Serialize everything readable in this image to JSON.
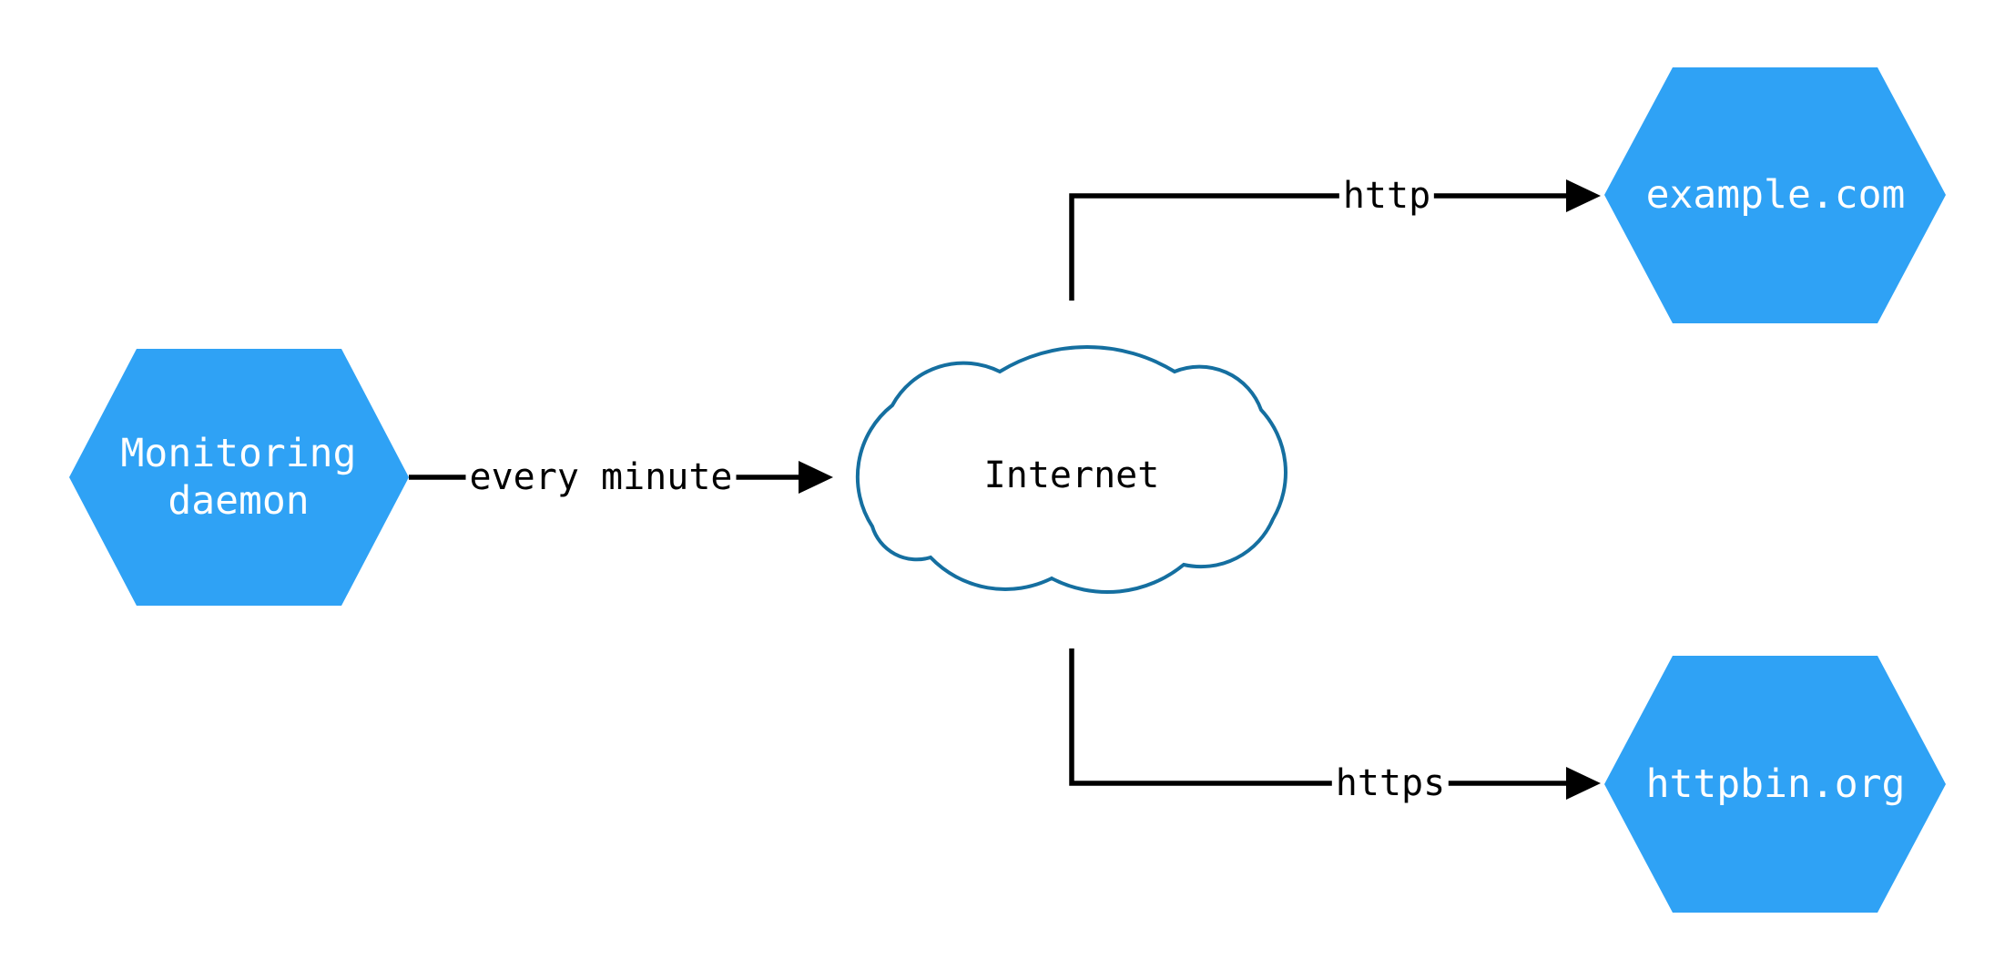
{
  "diagram": {
    "background": "#ffffff",
    "colors": {
      "node_fill": "#2fa2f5",
      "node_text": "#ffffff",
      "cloud_stroke": "#156fa0",
      "cloud_fill": "#ffffff",
      "edge_line": "#000000",
      "edge_label_text": "#000000"
    },
    "nodes": {
      "monitoring": {
        "label": "Monitoring daemon",
        "shape": "hexagon"
      },
      "internet": {
        "label": "Internet",
        "shape": "cloud"
      },
      "example": {
        "label": "example.com",
        "shape": "hexagon"
      },
      "httpbin": {
        "label": "httpbin.org",
        "shape": "hexagon"
      }
    },
    "edges": {
      "every_minute": {
        "label": "every minute",
        "from": "Monitoring daemon",
        "to": "Internet"
      },
      "http": {
        "label": "http",
        "from": "Internet",
        "to": "example.com"
      },
      "https": {
        "label": "https",
        "from": "Internet",
        "to": "httpbin.org"
      }
    }
  }
}
